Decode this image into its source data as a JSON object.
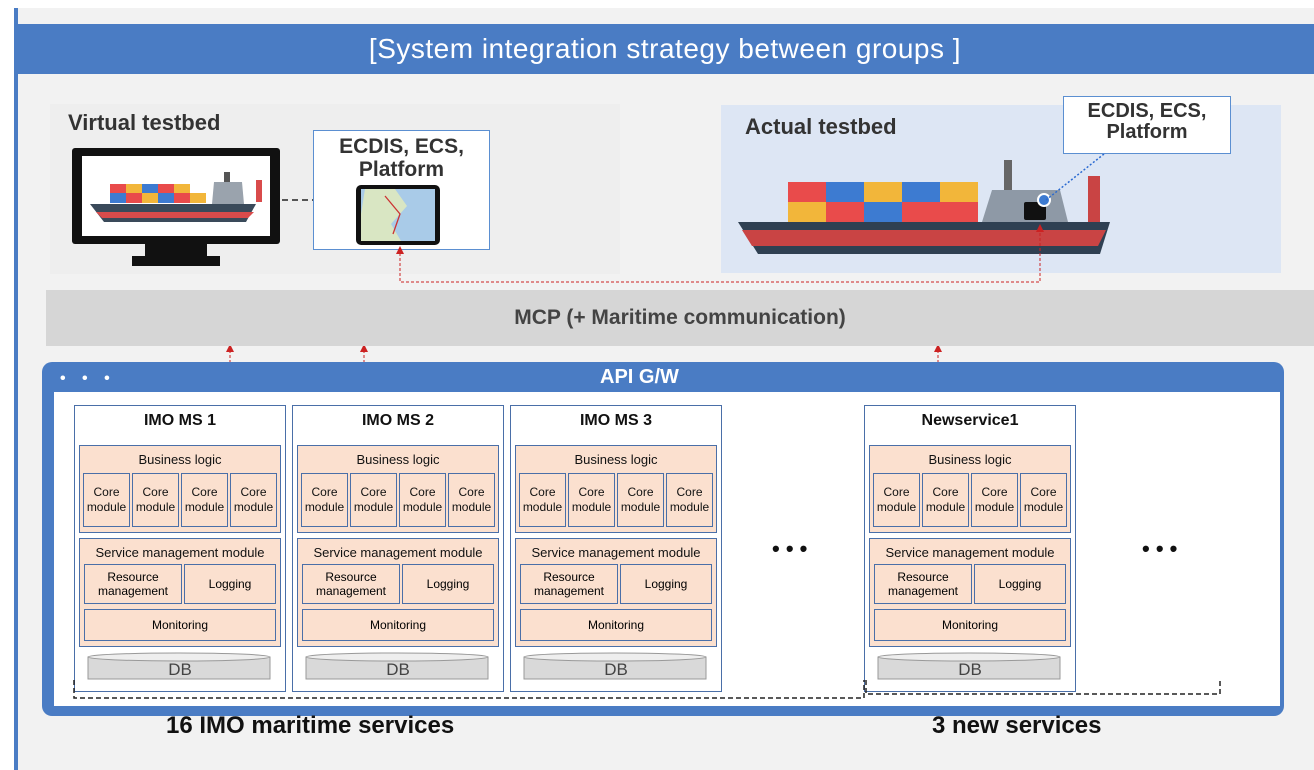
{
  "title": "[System integration strategy between groups ]",
  "virtual_testbed": {
    "label": "Virtual testbed",
    "ecdis_label": "ECDIS, ECS, Platform"
  },
  "actual_testbed": {
    "label": "Actual testbed",
    "ecdis_label": "ECDIS, ECS, Platform"
  },
  "mcp_label": "MCP (+ Maritime communication)",
  "api": {
    "dots": "• • •",
    "label": "API G/W"
  },
  "services": [
    {
      "title": "IMO MS 1",
      "business_logic": "Business logic",
      "core_modules": [
        "Core module",
        "Core module",
        "Core module",
        "Core module"
      ],
      "service_management": "Service management module",
      "resource_management": "Resource management",
      "logging": "Logging",
      "monitoring": "Monitoring",
      "db": "DB"
    },
    {
      "title": "IMO MS 2",
      "business_logic": "Business logic",
      "core_modules": [
        "Core module",
        "Core module",
        "Core module",
        "Core module"
      ],
      "service_management": "Service management module",
      "resource_management": "Resource management",
      "logging": "Logging",
      "monitoring": "Monitoring",
      "db": "DB"
    },
    {
      "title": "IMO MS 3",
      "business_logic": "Business logic",
      "core_modules": [
        "Core module",
        "Core module",
        "Core module",
        "Core module"
      ],
      "service_management": "Service management module",
      "resource_management": "Resource management",
      "logging": "Logging",
      "monitoring": "Monitoring",
      "db": "DB"
    },
    {
      "title": "Newservice1",
      "business_logic": "Business logic",
      "core_modules": [
        "Core module",
        "Core module",
        "Core module",
        "Core module"
      ],
      "service_management": "Service management module",
      "resource_management": "Resource management",
      "logging": "Logging",
      "monitoring": "Monitoring",
      "db": "DB"
    }
  ],
  "ellipsis": "• • •",
  "groups": {
    "imo": "16 IMO maritime services",
    "new": "3 new services"
  },
  "colors": {
    "accent": "#4a7cc4",
    "module_fill": "#fbe0cf",
    "module_border": "#4a6fa8",
    "arrow": "#cc2222"
  },
  "icons": [
    "monitor-icon",
    "cargo-ship-icon",
    "tablet-chart-icon",
    "database-icon"
  ]
}
